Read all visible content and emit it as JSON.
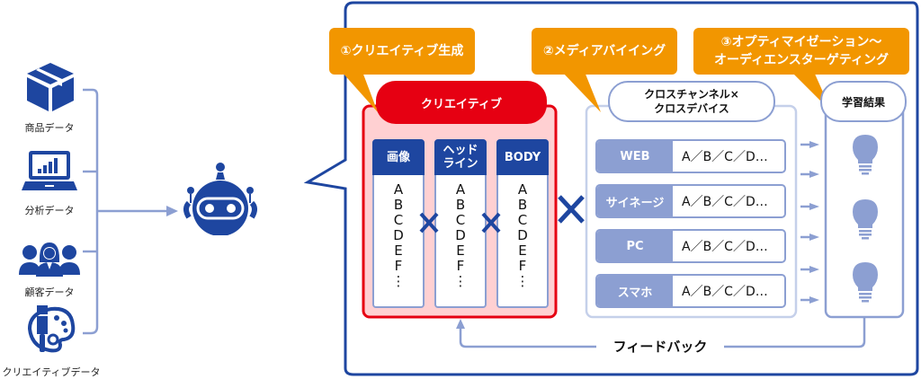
{
  "colors": {
    "navy": "#1e46a0",
    "orange": "#f29600",
    "red": "#e60012",
    "pink": "#ffd0d2",
    "lightblue": "#8c9fd2",
    "paleblue": "#c5d0ea"
  },
  "sources": [
    {
      "label": "商品データ",
      "icon": "box-icon"
    },
    {
      "label": "分析データ",
      "icon": "laptop-chart-icon"
    },
    {
      "label": "顧客データ",
      "icon": "people-icon"
    },
    {
      "label": "クリエイティブデータ",
      "icon": "palette-brush-icon"
    }
  ],
  "ai": {
    "icon": "robot-icon"
  },
  "callouts": {
    "step1": "①クリエイティブ生成",
    "step2": "②メディアバイイング",
    "step3_line1": "③オプティマイゼーション〜",
    "step3_line2": "オーディエンスターゲティング"
  },
  "creative": {
    "title": "クリエイティブ",
    "columns": [
      {
        "header_line1": "画像",
        "header_line2": "",
        "items": [
          "A",
          "B",
          "C",
          "D",
          "E",
          "F",
          "⋮"
        ]
      },
      {
        "header_line1": "ヘッド",
        "header_line2": "ライン",
        "items": [
          "A",
          "B",
          "C",
          "D",
          "E",
          "F",
          "⋮"
        ]
      },
      {
        "header_line1": "BODY",
        "header_line2": "",
        "items": [
          "A",
          "B",
          "C",
          "D",
          "E",
          "F",
          "⋮"
        ]
      }
    ],
    "multiply": "×"
  },
  "media": {
    "title_line1": "クロスチャンネル×",
    "title_line2": "クロスデバイス",
    "channels": [
      {
        "name": "WEB",
        "value": "A／B／C／D…"
      },
      {
        "name": "サイネージ",
        "value": "A／B／C／D…"
      },
      {
        "name": "PC",
        "value": "A／B／C／D…"
      },
      {
        "name": "スマホ",
        "value": "A／B／C／D…"
      }
    ]
  },
  "results": {
    "title": "学習結果",
    "icons": [
      "lightbulb-icon",
      "lightbulb-icon",
      "lightbulb-icon"
    ]
  },
  "feedback": {
    "label": "フィードバック"
  }
}
